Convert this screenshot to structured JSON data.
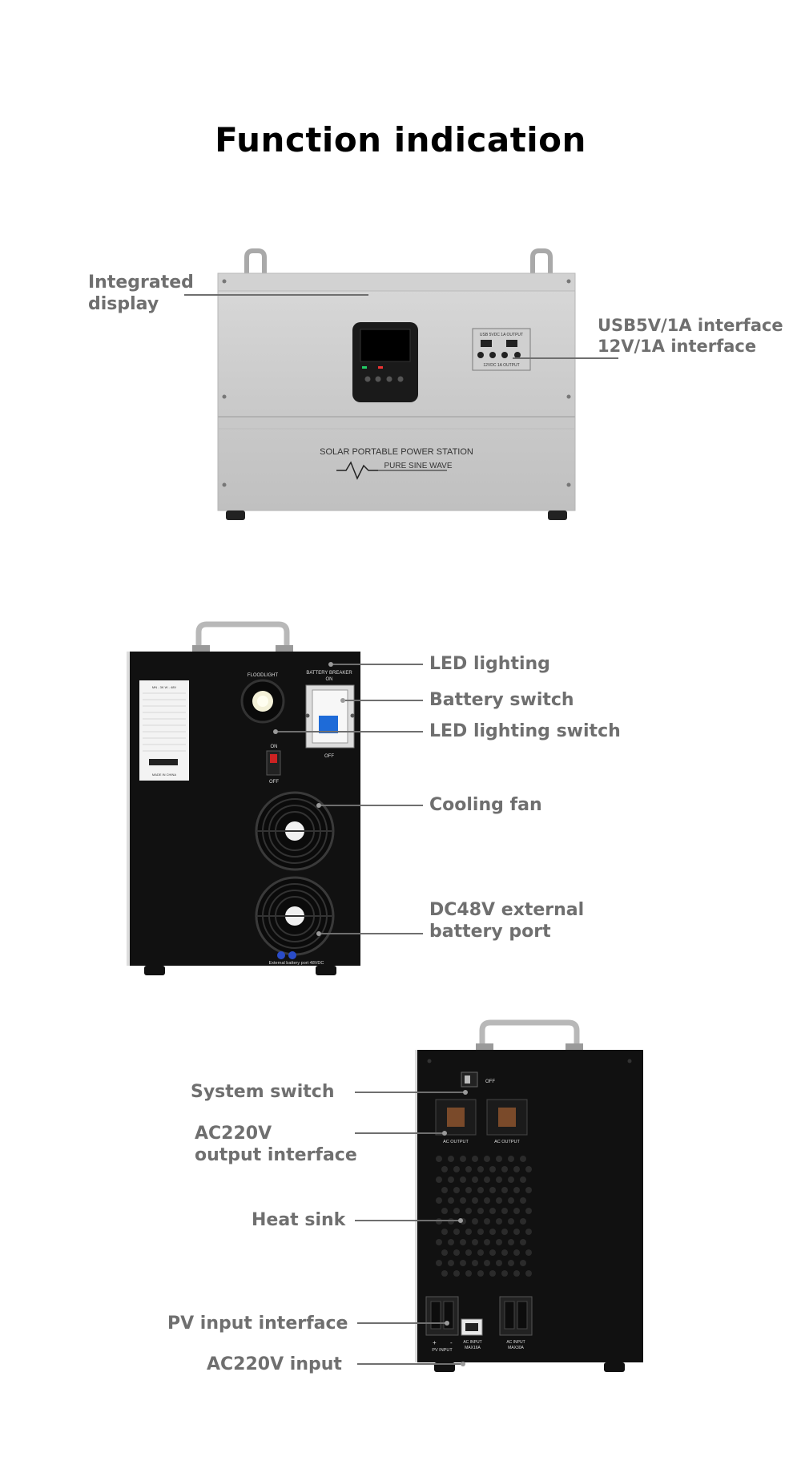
{
  "page": {
    "title": "Function indication"
  },
  "section1": {
    "device_text_line1": "SOLAR PORTABLE POWER STATION",
    "device_text_line2": "PURE SINE WAVE",
    "usb_panel_top": "USB 5VDC 1A OUTPUT",
    "usb_panel_bottom": "12VDC 1A OUTPUT",
    "labels": {
      "integrated_display": [
        "Integrated",
        "display"
      ],
      "usb_interface": [
        "USB5V/1A interface",
        "12V/1A interface"
      ]
    }
  },
  "section2": {
    "panel_text": {
      "floodlight": "FLOODLIGHT",
      "battery_breaker": [
        "BATTERY BREAKER",
        "ON"
      ],
      "switch_on": "ON",
      "switch_off": "OFF",
      "breaker_off": "OFF",
      "external_port": "External battery port  48VDC",
      "sticker_title": "MN - 3K W - 48V",
      "sticker_footer": "MADE IN CHINA"
    },
    "labels": {
      "led_lighting": "LED lighting",
      "battery_switch": "Battery switch",
      "led_lighting_switch": "LED lighting switch",
      "cooling_fan": "Cooling fan",
      "dc48v_port": [
        "DC48V external",
        "battery port"
      ]
    }
  },
  "section3": {
    "panel_text": {
      "off": "OFF",
      "ac_output_1": "AC OUTPUT",
      "ac_output_2": "AC OUTPUT",
      "pv_input": "PV INPUT",
      "ac_input_1": [
        "AC INPUT",
        "MAX16A"
      ],
      "ac_input_2": [
        "AC INPUT",
        "MAX30A"
      ]
    },
    "labels": {
      "system_switch": "System switch",
      "ac220v_output": [
        "AC220V",
        "output interface"
      ],
      "heat_sink": "Heat sink",
      "pv_input_interface": "PV input interface",
      "ac220v_input": "AC220V input"
    }
  }
}
